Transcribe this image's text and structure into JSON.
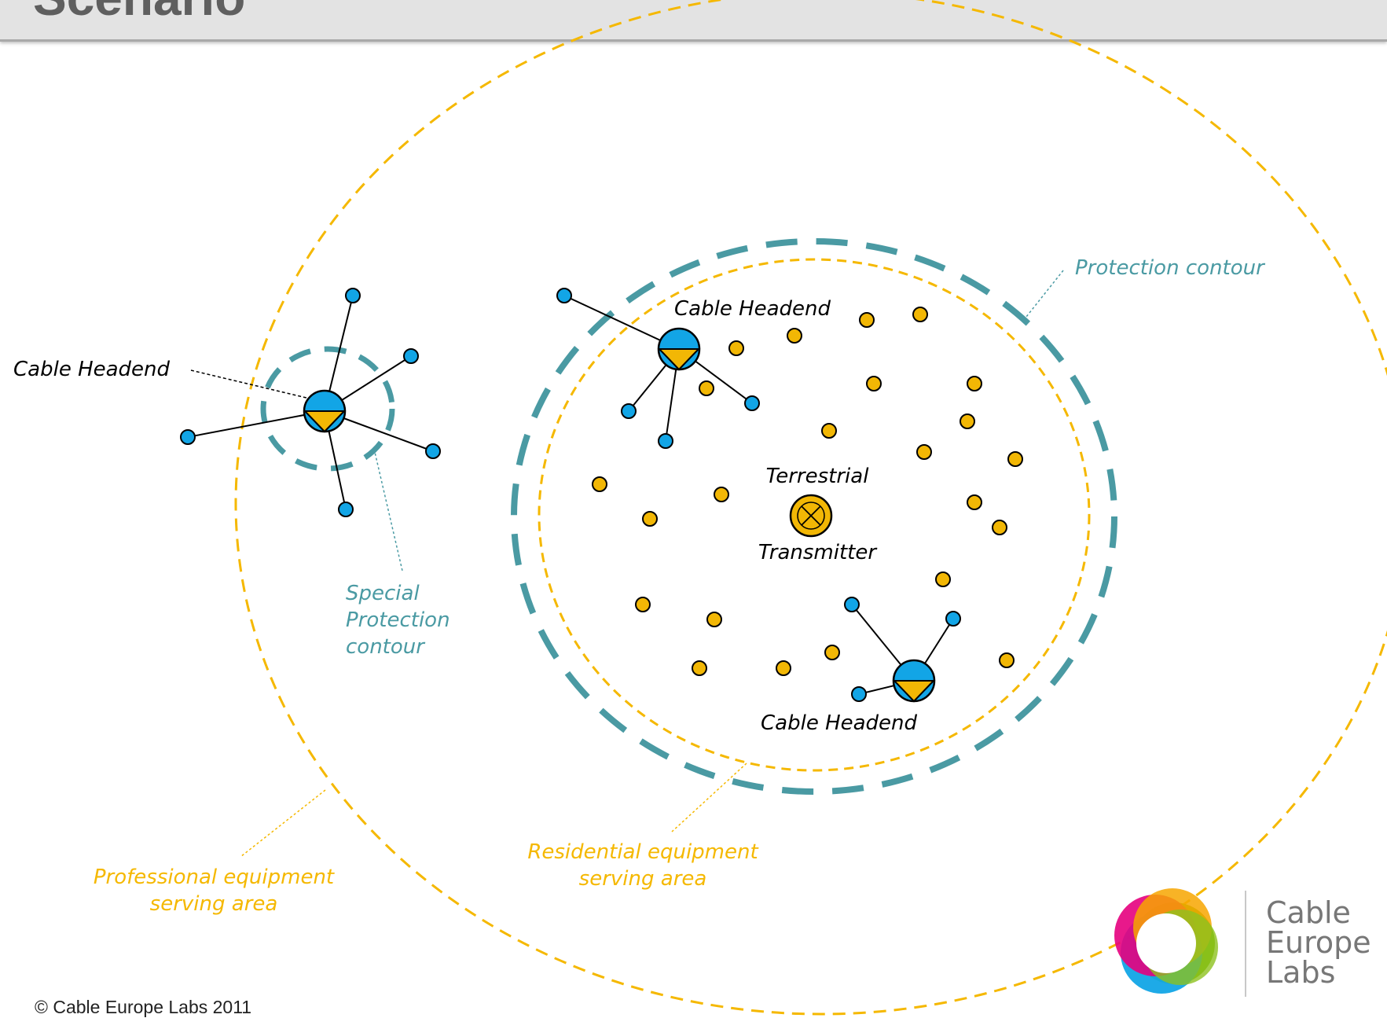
{
  "header": {
    "title": "Scenario"
  },
  "labels": {
    "cable_headend_left": "Cable Headend",
    "cable_headend_top": "Cable Headend",
    "cable_headend_bottom": "Cable Headend",
    "transmitter_line1": "Terrestrial",
    "transmitter_line2": "Transmitter",
    "protection_contour": "Protection contour",
    "special_protection_line1": "Special",
    "special_protection_line2": "Protection",
    "special_protection_line3": "contour",
    "residential_line1": "Residential equipment",
    "residential_line2": "serving area",
    "professional_line1": "Professional equipment",
    "professional_line2": "serving area"
  },
  "footer": {
    "copyright": "© Cable Europe Labs 2011"
  },
  "logo": {
    "line1": "Cable",
    "line2": "Europe",
    "line3": "Labs"
  },
  "colors": {
    "yellow": "#f5b800",
    "teal": "#4a9aa3",
    "blue": "#12a5e6",
    "orange": "#f2b705",
    "header_bg": "#e3e3e3"
  }
}
